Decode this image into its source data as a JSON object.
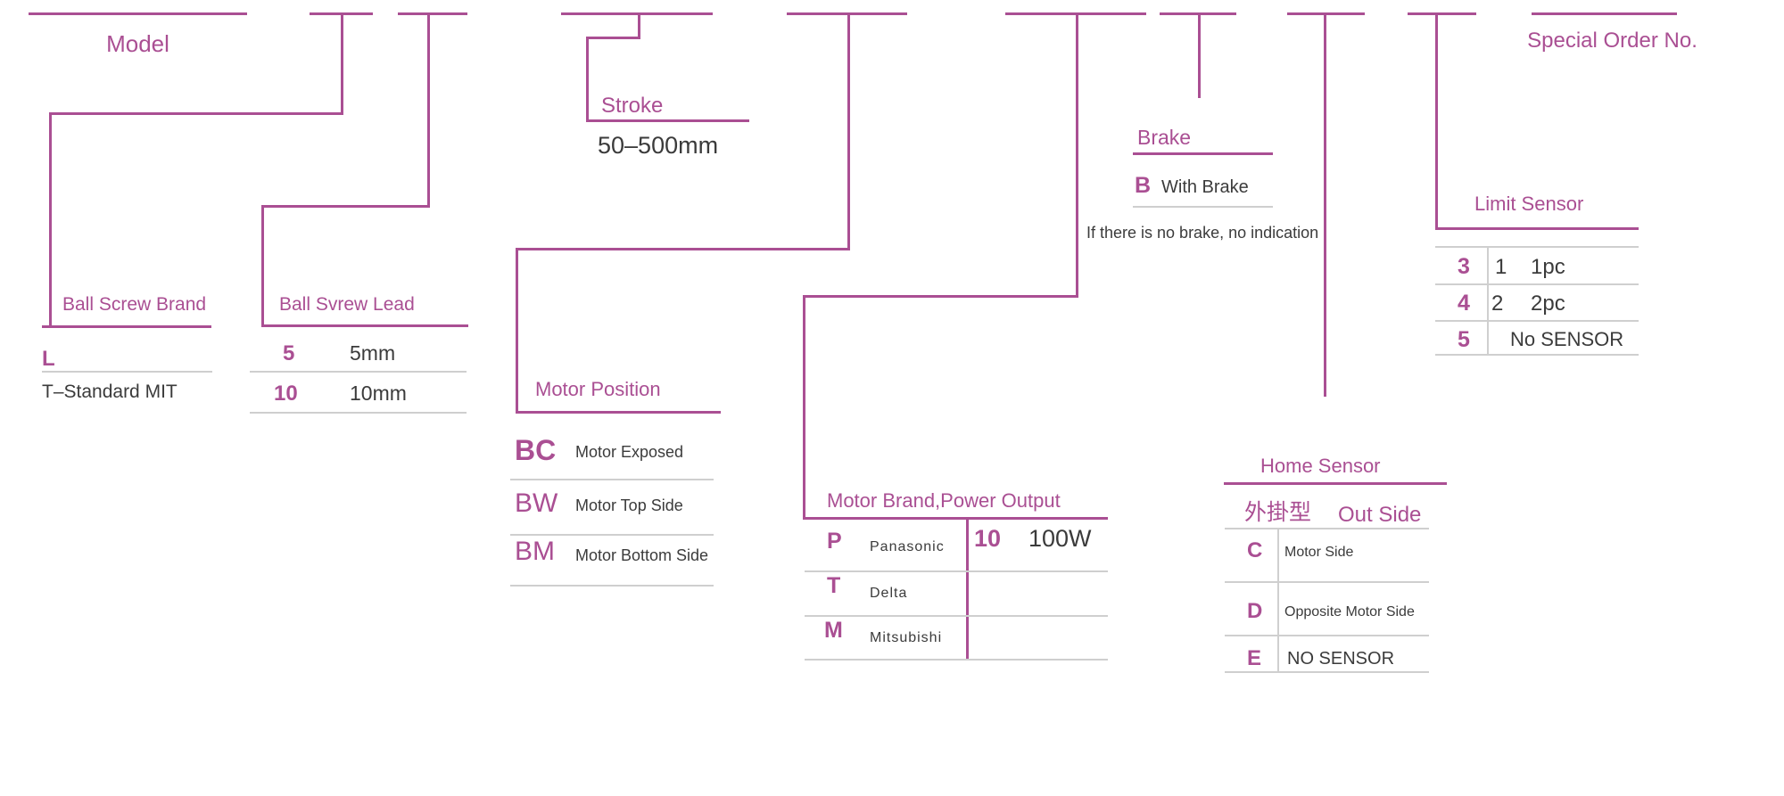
{
  "colors": {
    "accent": "#aa4f93",
    "dark_text": "#3b3b3b",
    "divider_gray": "#cfcfcf",
    "background": "#ffffff"
  },
  "model": {
    "label": "Model"
  },
  "special_order": {
    "label": "Special Order No."
  },
  "ball_screw_brand": {
    "label": "Ball Screw Brand",
    "code": "L",
    "standard": "T–Standard MIT"
  },
  "ball_screw_lead": {
    "label": "Ball Svrew Lead",
    "rows": [
      {
        "code": "5",
        "value": "5mm"
      },
      {
        "code": "10",
        "value": "10mm"
      }
    ]
  },
  "stroke": {
    "label": "Stroke",
    "range": "50–500mm"
  },
  "motor_position": {
    "label": "Motor Position",
    "rows": [
      {
        "code": "BC",
        "desc": "Motor Exposed"
      },
      {
        "code": "BW",
        "desc": "Motor Top Side"
      },
      {
        "code": "BM",
        "desc": "Motor Bottom Side"
      }
    ]
  },
  "motor_brand": {
    "label": "Motor Brand,Power Output",
    "brands": [
      {
        "code": "P",
        "name": "Panasonic"
      },
      {
        "code": "T",
        "name": "Delta"
      },
      {
        "code": "M",
        "name": "Mitsubishi"
      }
    ],
    "power": {
      "code": "10",
      "value": "100W"
    }
  },
  "brake": {
    "label": "Brake",
    "code": "B",
    "desc": "With Brake",
    "note": "If there is no brake, no indication"
  },
  "home_sensor": {
    "label": "Home Sensor",
    "type_cn": "外掛型",
    "type_en": "Out Side",
    "rows": [
      {
        "code": "C",
        "desc": "Motor Side"
      },
      {
        "code": "D",
        "desc": "Opposite Motor Side"
      },
      {
        "code": "E",
        "desc": "NO SENSOR"
      }
    ]
  },
  "limit_sensor": {
    "label": "Limit Sensor",
    "rows": [
      {
        "code": "3",
        "qty": "1",
        "desc": "1pc"
      },
      {
        "code": "4",
        "qty": "2",
        "desc": "2pc"
      },
      {
        "code": "5",
        "qty": "",
        "desc": "No SENSOR"
      }
    ]
  }
}
